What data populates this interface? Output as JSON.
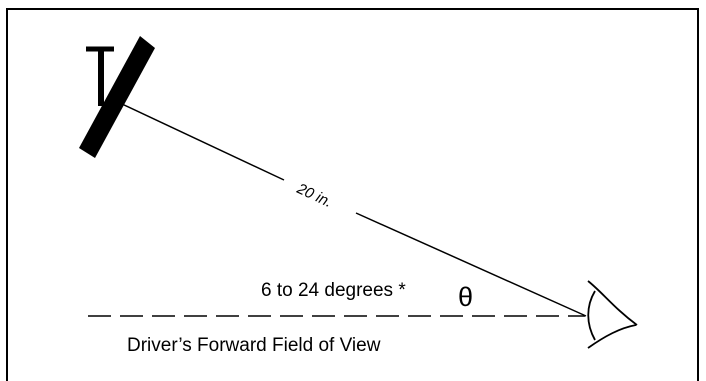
{
  "distance_label": "20 in.",
  "angle_label": "6 to 24 degrees *",
  "angle_symbol": "θ",
  "field_of_view_label": "Driver’s Forward Field of View",
  "colors": {
    "line": "#000000",
    "background": "#ffffff"
  }
}
